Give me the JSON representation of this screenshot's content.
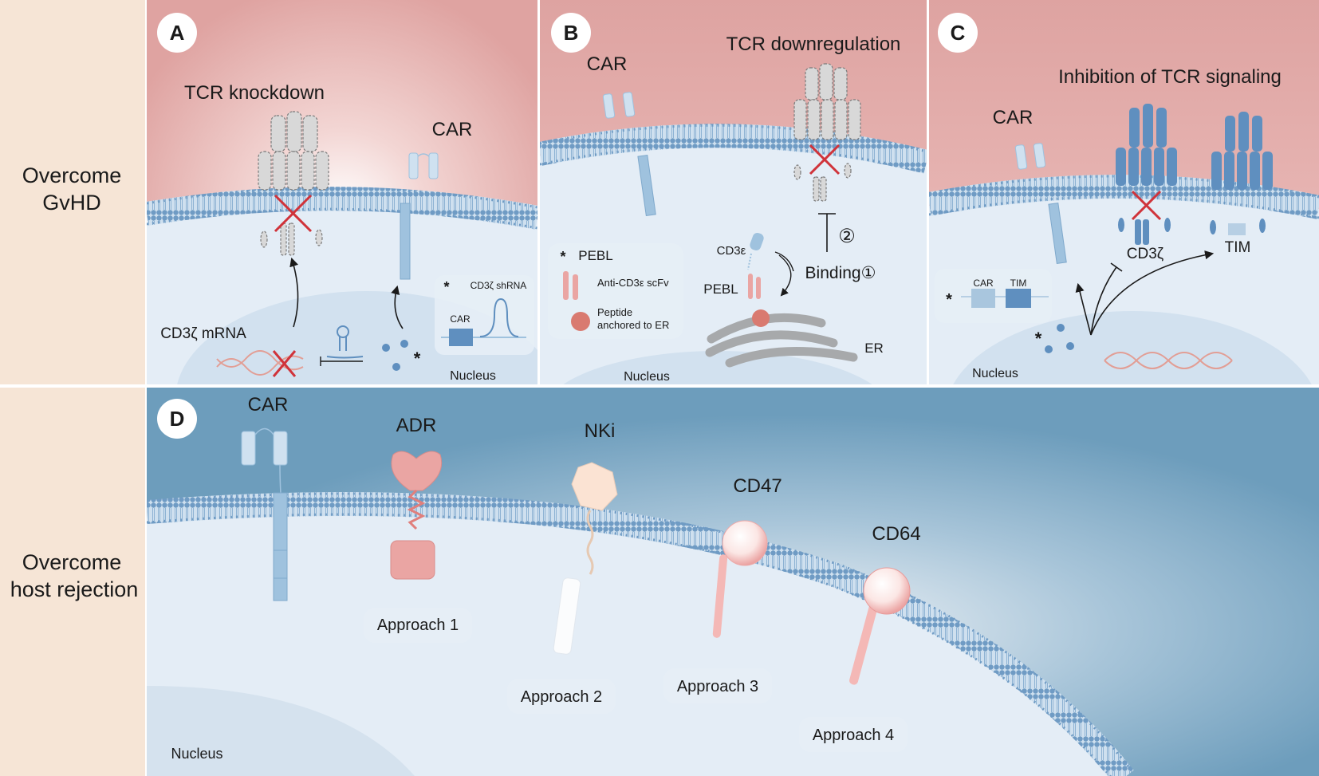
{
  "sidebar": {
    "gvhd_line1": "Overcome",
    "gvhd_line2": "GvHD",
    "host_line1": "Overcome",
    "host_line2": "host rejection"
  },
  "panel_a": {
    "badge": "A",
    "title": "TCR knockdown",
    "car": "CAR",
    "mrna": "CD3ζ mRNA",
    "inset_star": "*",
    "inset_title": "CD3ζ shRNA",
    "inset_car": "CAR",
    "star": "*",
    "nucleus": "Nucleus"
  },
  "panel_b": {
    "badge": "B",
    "title": "TCR downregulation",
    "car": "CAR",
    "legend_star": "*",
    "legend_title": "PEBL",
    "legend_scfv": "Anti-CD3ε scFv",
    "legend_peptide_1": "Peptide",
    "legend_peptide_2": "anchored to ER",
    "cd3e": "CD3ε",
    "pebl": "PEBL",
    "binding": "Binding①",
    "step2": "②",
    "er": "ER",
    "nucleus": "Nucleus"
  },
  "panel_c": {
    "badge": "C",
    "title": "Inhibition of TCR signaling",
    "car": "CAR",
    "cd3z": "CD3ζ",
    "tim": "TIM",
    "inset_star": "*",
    "inset_car": "CAR",
    "inset_tim": "TIM",
    "star": "*",
    "nucleus": "Nucleus"
  },
  "panel_d": {
    "badge": "D",
    "car": "CAR",
    "adr": "ADR",
    "nki": "NKi",
    "cd47": "CD47",
    "cd64": "CD64",
    "approach1": "Approach 1",
    "approach2": "Approach 2",
    "approach3": "Approach 3",
    "approach4": "Approach 4",
    "nucleus": "Nucleus"
  },
  "colors": {
    "sidebar_bg": "#f6e5d6",
    "extracellular_pink": "#e3aaa8",
    "cytoplasm": "#e4edf6",
    "membrane": "#6f9bc4",
    "car_blue": "#9fc2de",
    "tcr_blue": "#5f8fbf",
    "salmon": "#eaa5a3",
    "panel_d_bg": "#6f9ebd",
    "cross_red": "#d0333a"
  }
}
